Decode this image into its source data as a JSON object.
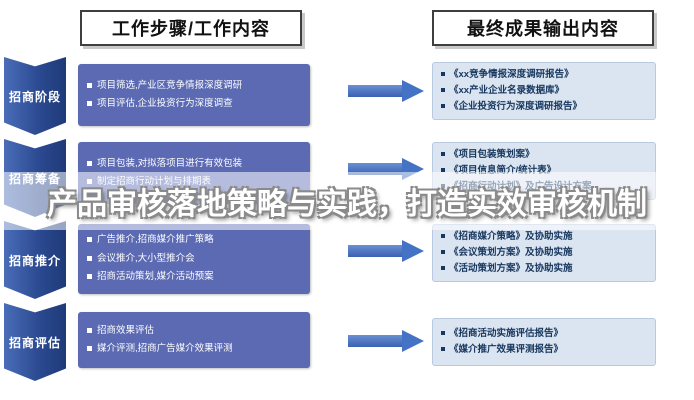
{
  "headers": {
    "left": "工作步骤/工作内容",
    "right": "最终成果输出内容"
  },
  "overlay": {
    "title": "产品审核落地策略与实践，打造实效审核机制"
  },
  "stages": [
    {
      "label": "招商阶段",
      "tasks": [
        "项目筛选,产业区竞争情报深度调研",
        "项目评估,企业投资行为深度调查"
      ],
      "outputs": [
        "《xx竞争情报深度调研报告》",
        "《xx产业企业名录数据库》",
        "《企业投资行为深度调研报告》"
      ]
    },
    {
      "label": "招商筹备",
      "tasks": [
        "项目包装,对拟落项目进行有效包装",
        "制定招商行动计划与排期表"
      ],
      "outputs": [
        "《项目包装策划案》",
        "《项目信息简介/统计表》",
        "《招商行动计划》及广告设计方案"
      ]
    },
    {
      "label": "招商推介",
      "tasks": [
        "广告推介,招商媒介推广策略",
        "会议推介,大小型推介会",
        "招商活动策划,媒介活动预案"
      ],
      "outputs": [
        "《招商媒介策略》及协助实施",
        "《会议策划方案》及协助实施",
        "《活动策划方案》及协助实施"
      ]
    },
    {
      "label": "招商评估",
      "tasks": [
        "招商效果评估",
        "媒介评测,招商广告媒介效果评测"
      ],
      "outputs": [
        "《招商活动实施评估报告》",
        "《媒介推广效果评测报告》"
      ]
    }
  ],
  "colors": {
    "chevron_blue": "#2c4a92",
    "task_box": "#5b6ab3",
    "output_box": "#dbe5f1",
    "output_text": "#17375e",
    "arrow": "#4472c4"
  }
}
